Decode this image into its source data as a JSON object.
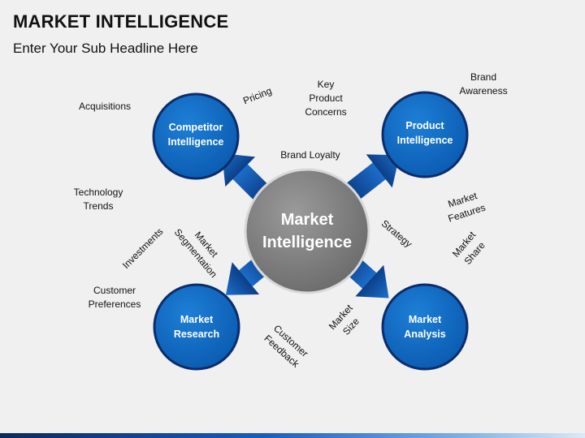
{
  "header": {
    "title": "MARKET INTELLIGENCE",
    "subtitle": "Enter Your Sub Headline Here"
  },
  "center": {
    "label": "Market\nIntelligence"
  },
  "nodes": {
    "competitor": "Competitor\nIntelligence",
    "product": "Product\nIntelligence",
    "research": "Market\nResearch",
    "analysis": "Market\nAnalysis"
  },
  "labels": {
    "acquisitions": "Acquisitions",
    "pricing": "Pricing",
    "key_product_concerns": "Key\nProduct\nConcerns",
    "brand_awareness": "Brand\nAwareness",
    "brand_loyalty": "Brand Loyalty",
    "technology_trends": "Technology\nTrends",
    "market_features": "Market\nFeatures",
    "strategy": "Strategy",
    "market_share": "Market\nShare",
    "investments": "Investments",
    "market_segmentation": "Market\nSegmentation",
    "customer_preferences": "Customer\nPreferences",
    "market_size": "Market\nSize",
    "customer_feedback": "Customer\nFeedback"
  },
  "colors": {
    "node_fill": "#0a67c2",
    "node_border": "#0b2d6b",
    "center_fill": "#7a7a7a",
    "arrow": "#1258b0"
  }
}
